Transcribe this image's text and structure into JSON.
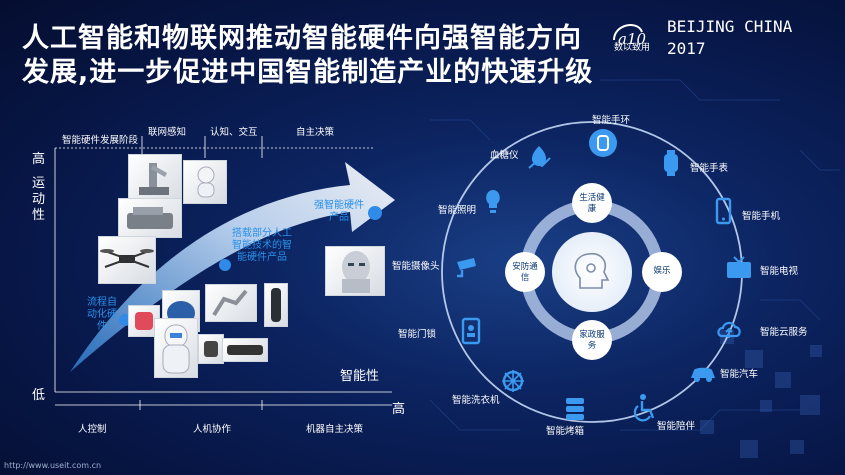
{
  "slide": {
    "title_line1": "人工智能和物联网推动智能硬件向强智能方向",
    "title_line2": "发展,进一步促进中国智能制造产业的快速升级",
    "logo_text": "数以致用",
    "logo_mark": "a10",
    "city_line1": "BEIJING CHINA",
    "city_line2": "2017",
    "footer": "http://www.useit.com.cn"
  },
  "left_diagram": {
    "stage_labels": [
      "智能硬件发展阶段",
      "联网感知",
      "认知、交互",
      "自主决策"
    ],
    "y_axis_high": "高",
    "y_axis_title": "运动性",
    "y_axis_low": "低",
    "x_axis_title": "智能性",
    "x_axis_high": "高",
    "x_bottom_labels": [
      "人控制",
      "人机协作",
      "机器自主决策"
    ],
    "arrow_texts": {
      "stage1": "流程自动化硬件",
      "stage2": "搭载部分人工智能技术的智能硬件产品",
      "stage3": "强智能硬件产品"
    }
  },
  "right_diagram": {
    "center_items": [
      "生活健康",
      "娱乐",
      "家政服务",
      "安防通信"
    ],
    "devices": [
      "智能手环",
      "智能手表",
      "智能手机",
      "智能电视",
      "智能云服务",
      "智能汽车",
      "智能陪伴",
      "智能烤箱",
      "智能洗衣机",
      "智能门锁",
      "智能摄像头",
      "智能照明",
      "血糖仪"
    ]
  },
  "colors": {
    "accent": "#2f8ae8",
    "icon_blue": "#3b9af0",
    "ring": "#cfe3ff",
    "circle_fill": "#ffffff",
    "circle_text": "#0d3b75"
  }
}
